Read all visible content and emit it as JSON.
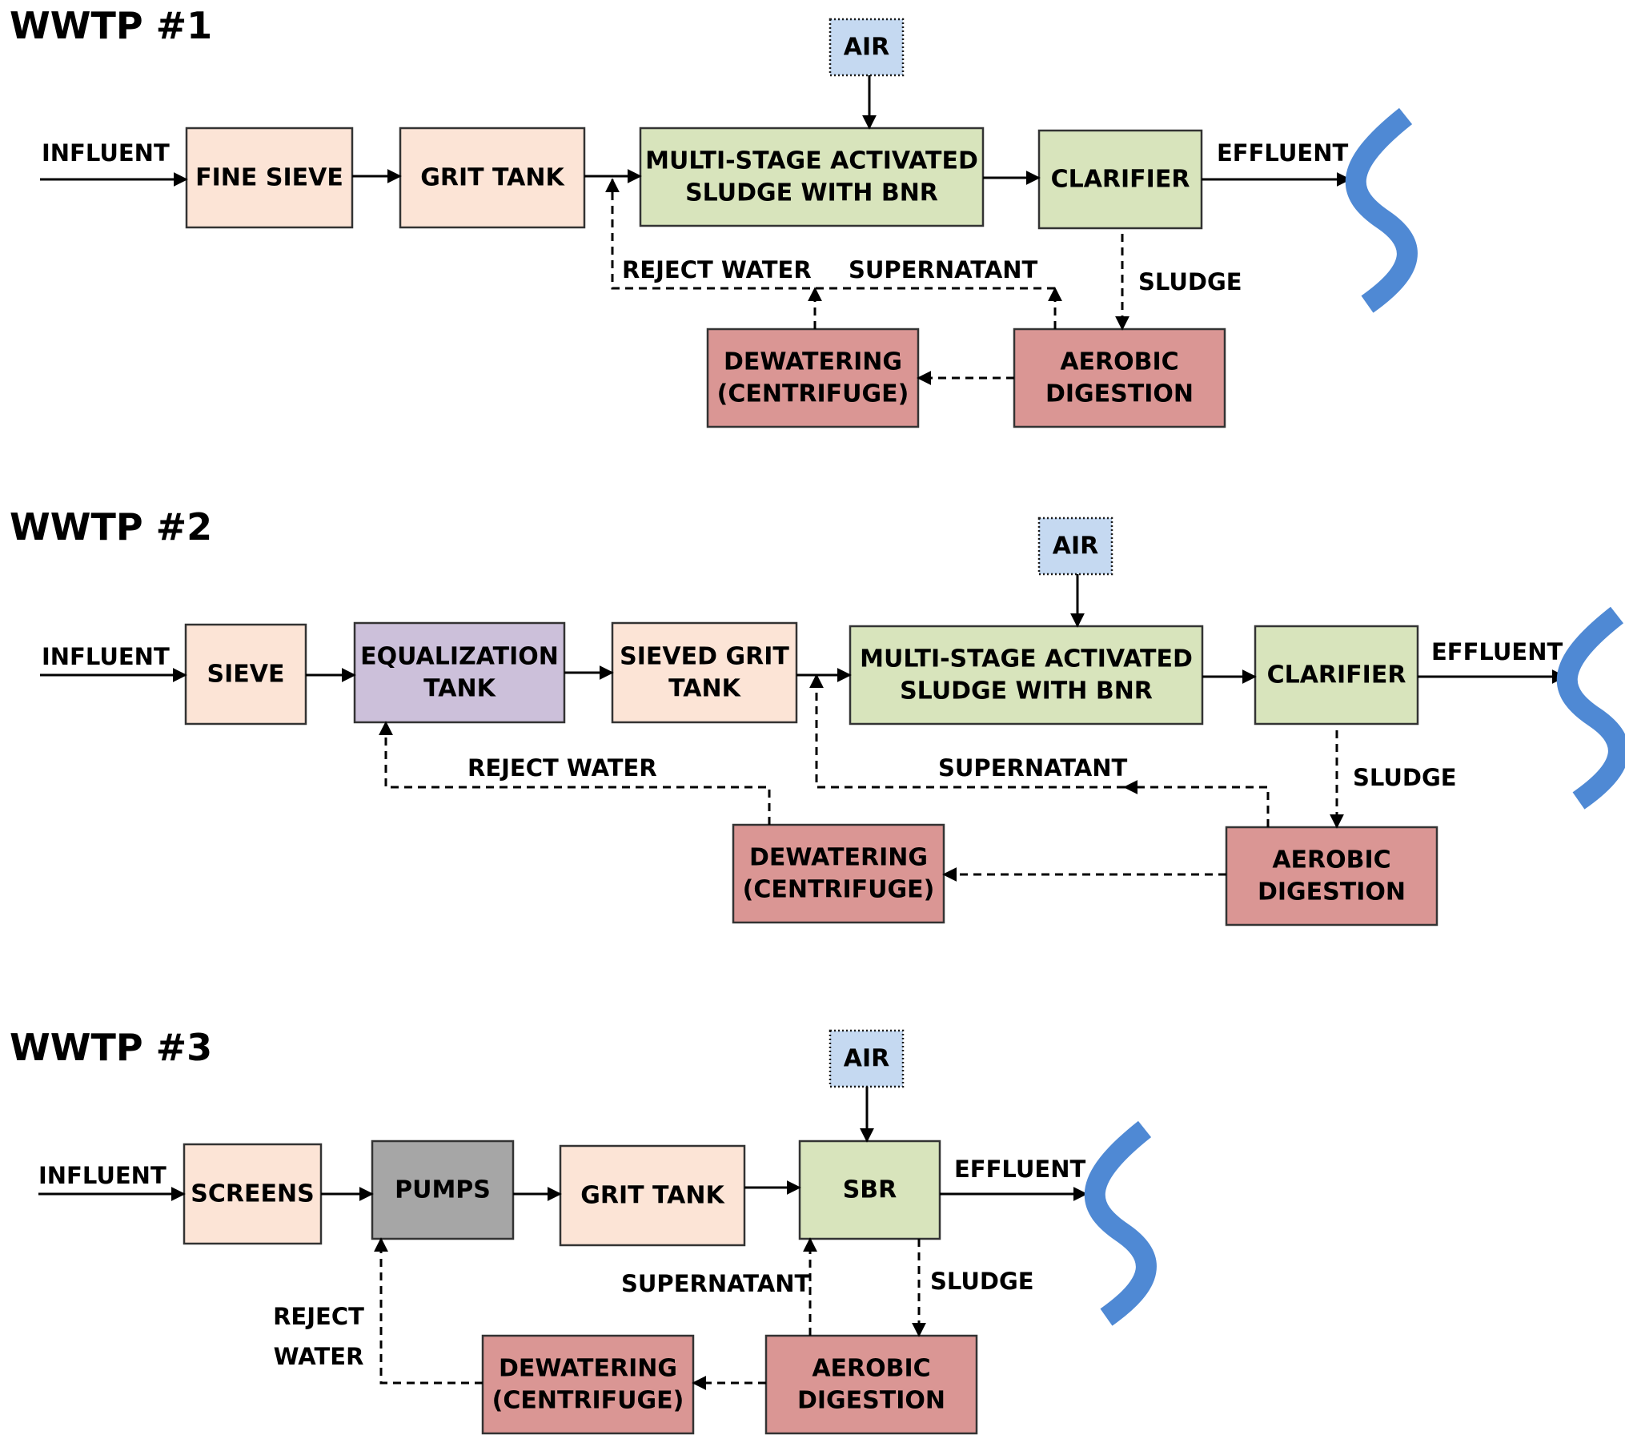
{
  "colors": {
    "pretreatment": "#fce4d6",
    "biological": "#d8e4bc",
    "sludge": "#da9694",
    "equalization": "#ccc0da",
    "pumps": "#a6a6a6",
    "air": "#c5d9f1",
    "receiving_water": "#4f89d4"
  },
  "plants": [
    {
      "title": "WWTP #1",
      "influent_label": "INFLUENT",
      "effluent_label": "EFFLUENT",
      "boxes": {
        "fine_sieve": [
          "FINE SIEVE"
        ],
        "grit_tank": [
          "GRIT TANK"
        ],
        "activated_sludge": [
          "MULTI-STAGE ACTIVATED",
          "SLUDGE WITH BNR"
        ],
        "clarifier": [
          "CLARIFIER"
        ],
        "air": [
          "AIR"
        ],
        "dewatering": [
          "DEWATERING",
          "(CENTRIFUGE)"
        ],
        "aerobic_digestion": [
          "AEROBIC",
          "DIGESTION"
        ]
      },
      "flow_labels": {
        "reject_water": [
          "REJECT WATER"
        ],
        "supernatant": [
          "SUPERNATANT"
        ],
        "sludge": [
          "SLUDGE"
        ]
      }
    },
    {
      "title": "WWTP #2",
      "influent_label": "INFLUENT",
      "effluent_label": "EFFLUENT",
      "boxes": {
        "sieve": [
          "SIEVE"
        ],
        "equalization_tank": [
          "EQUALIZATION",
          "TANK"
        ],
        "sieved_grit_tank": [
          "SIEVED GRIT",
          "TANK"
        ],
        "activated_sludge": [
          "MULTI-STAGE ACTIVATED",
          "SLUDGE WITH BNR"
        ],
        "clarifier": [
          "CLARIFIER"
        ],
        "air": [
          "AIR"
        ],
        "dewatering": [
          "DEWATERING",
          "(CENTRIFUGE)"
        ],
        "aerobic_digestion": [
          "AEROBIC",
          "DIGESTION"
        ]
      },
      "flow_labels": {
        "reject_water": [
          "REJECT WATER"
        ],
        "supernatant": [
          "SUPERNATANT"
        ],
        "sludge": [
          "SLUDGE"
        ]
      }
    },
    {
      "title": "WWTP #3",
      "influent_label": "INFLUENT",
      "effluent_label": "EFFLUENT",
      "boxes": {
        "screens": [
          "SCREENS"
        ],
        "pumps": [
          "PUMPS"
        ],
        "grit_tank": [
          "GRIT TANK"
        ],
        "sbr": [
          "SBR"
        ],
        "air": [
          "AIR"
        ],
        "dewatering": [
          "DEWATERING",
          "(CENTRIFUGE)"
        ],
        "aerobic_digestion": [
          "AEROBIC",
          "DIGESTION"
        ]
      },
      "flow_labels": {
        "reject_water": [
          "REJECT",
          "WATER"
        ],
        "supernatant": [
          "SUPERNATANT"
        ],
        "sludge": [
          "SLUDGE"
        ]
      }
    }
  ]
}
